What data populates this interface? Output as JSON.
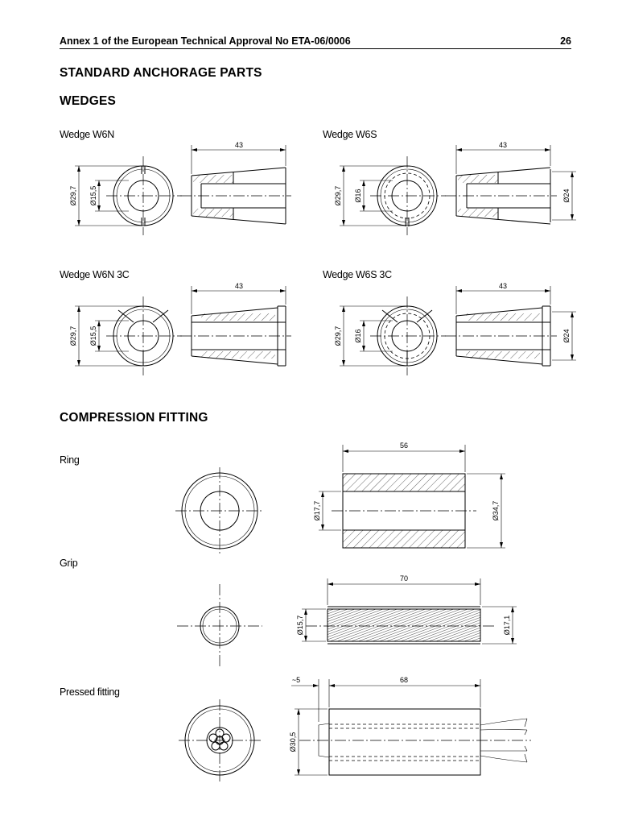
{
  "header": {
    "title": "Annex 1 of the European Technical Approval No ETA-06/0006",
    "page_number": "26"
  },
  "headings": {
    "standard_parts": "STANDARD ANCHORAGE PARTS",
    "wedges": "WEDGES",
    "compression_fitting": "COMPRESSION FITTING"
  },
  "wedges": {
    "w6n": {
      "label": "Wedge W6N",
      "length": "43",
      "outer_dia": "Ø29,7",
      "inner_dia": "Ø15,5"
    },
    "w6s": {
      "label": "Wedge W6S",
      "length": "43",
      "outer_dia": "Ø29,7",
      "inner_dia": "Ø16",
      "end_dia": "Ø24"
    },
    "w6n3c": {
      "label": "Wedge W6N 3C",
      "length": "43",
      "outer_dia": "Ø29,7",
      "inner_dia": "Ø15,5"
    },
    "w6s3c": {
      "label": "Wedge W6S 3C",
      "length": "43",
      "outer_dia": "Ø29,7",
      "inner_dia": "Ø16",
      "end_dia": "Ø24"
    }
  },
  "fittings": {
    "ring": {
      "label": "Ring",
      "length": "56",
      "inner_dia": "Ø17,7",
      "outer_dia": "Ø34,7"
    },
    "grip": {
      "label": "Grip",
      "length": "70",
      "inner_dia": "Ø15,7",
      "outer_dia": "Ø17,1"
    },
    "pressed": {
      "label": "Pressed fitting",
      "offset": "~5",
      "length": "68",
      "outer_dia": "Ø30,5"
    }
  }
}
